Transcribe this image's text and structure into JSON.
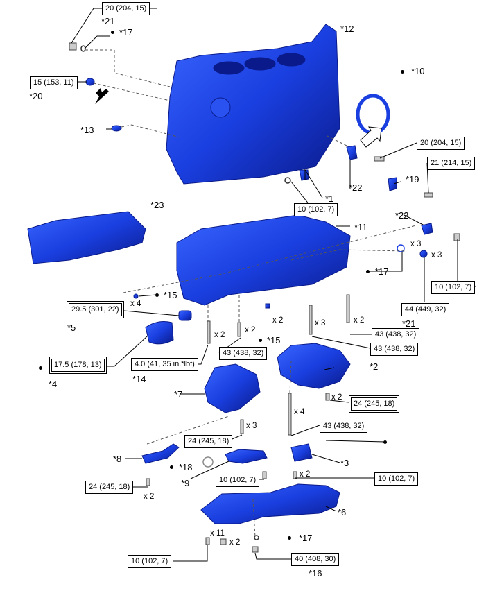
{
  "torque_labels": [
    "20 (204, 15)",
    "15 (153, 11)",
    "20 (204, 15)",
    "21 (214, 15)",
    "10 (102, 7)",
    "10 (102, 7)",
    "44 (449, 32)",
    "29.5 (301, 22)",
    "43 (438, 32)",
    "43 (438, 32)",
    "43 (438, 32)",
    "17.5 (178, 13)",
    "4.0 (41, 35 in.*lbf)",
    "24 (245, 18)",
    "43 (438, 32)",
    "24 (245, 18)",
    "10 (102, 7)",
    "10 (102, 7)",
    "24 (245, 18)",
    "10 (102, 7)",
    "40 (408, 30)"
  ],
  "callouts": [
    "*21",
    "*17",
    "*12",
    "*10",
    "*20",
    "*13",
    "*22",
    "*19",
    "*1",
    "*23",
    "*22",
    "*11",
    "*17",
    "*21",
    "*15",
    "*5",
    "*15",
    "*4",
    "*14",
    "*2",
    "*7",
    "*8",
    "*18",
    "*3",
    "*9",
    "*6",
    "*17",
    "*16"
  ],
  "quantities": [
    "x 3",
    "x 3",
    "x 4",
    "x 2",
    "x 2",
    "x 2",
    "x 3",
    "x 2",
    "x 2",
    "x 4",
    "x 3",
    "x 2",
    "x 2",
    "x 11",
    "x 2"
  ],
  "colors": {
    "part_blue": "#1a3fe0",
    "part_dark": "#0a1a8a",
    "leader": "#000000"
  }
}
